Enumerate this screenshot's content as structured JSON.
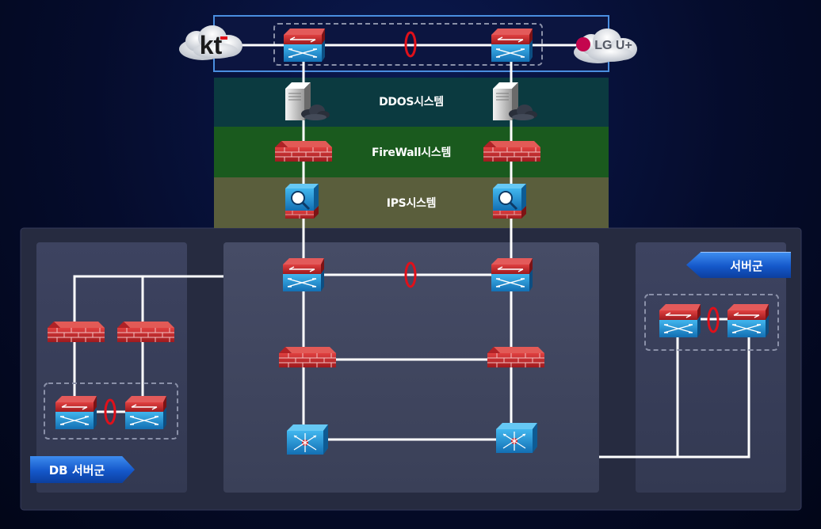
{
  "isps": {
    "left": "kt",
    "right": "LG U+"
  },
  "bands": {
    "ddos": "DDOS시스템",
    "firewall": "FireWall시스템",
    "ips": "IPS시스템"
  },
  "groups": {
    "server_group": "서버군",
    "db_server_group": "DB 서버군"
  },
  "colors": {
    "ddos_band": "#0b3a40",
    "firewall_band": "#1a5a1e",
    "ips_band": "#5a5e3c",
    "panel": "#3a4058",
    "link": "#ffffff",
    "redundancy_ring": "#e0101a",
    "isp_frame": "#4a8ee0",
    "router_red": "#c8262c",
    "device_blue": "#1f8fd0"
  },
  "icons": {
    "router": "router-icon",
    "firewall": "firewall-icon",
    "ips": "ips-icon",
    "server": "ddos-server-icon",
    "l3_switch": "l3-switch-icon",
    "cloud": "cloud-icon",
    "ring": "redundancy-ring-icon"
  }
}
